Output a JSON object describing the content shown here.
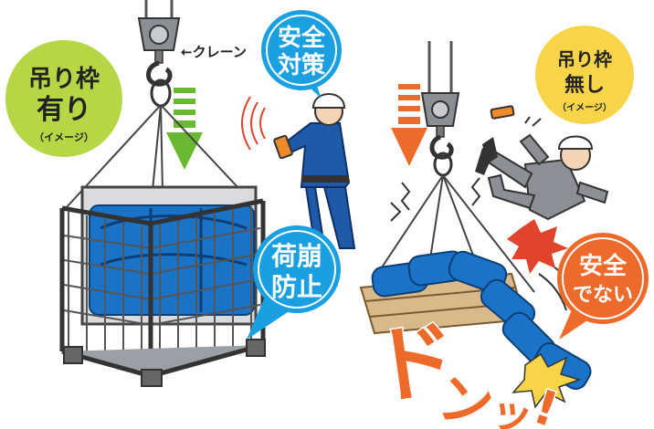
{
  "left_badge": {
    "line1": "吊り枠",
    "line2": "有り",
    "sub": "（イメージ）",
    "color": "#b5d645"
  },
  "crane_label": "←クレーン",
  "safety_bubble": {
    "line1": "安全",
    "line2": "対策",
    "color": "#1aa0e0"
  },
  "right_badge": {
    "line1": "吊り枠",
    "line2": "無し",
    "sub": "（イメージ）",
    "color": "#f8d548"
  },
  "collapse_bubble": {
    "line1": "荷崩",
    "line2": "防止",
    "color": "#1aa0e0"
  },
  "unsafe_bubble": {
    "line1": "安全",
    "line2": "でない",
    "color": "#ee6a2a"
  },
  "impact_sound": {
    "chars": [
      "ド",
      "ン",
      "ッ",
      "!"
    ],
    "color": "#ee6a2a"
  },
  "arrow_colors": {
    "safe": "#6ab832",
    "unsafe": "#ee6a2a"
  }
}
